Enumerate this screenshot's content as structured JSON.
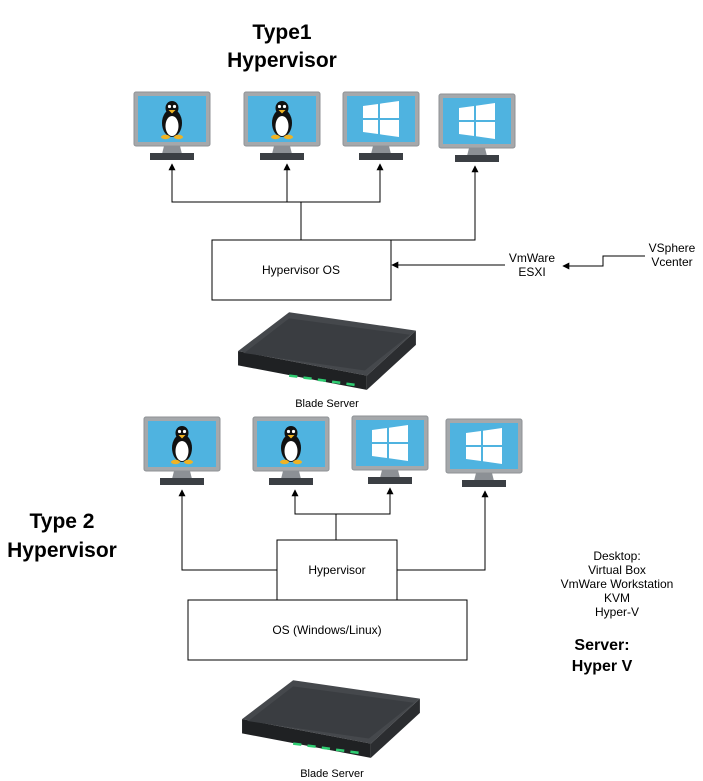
{
  "type1": {
    "title_line1": "Type1",
    "title_line2": "Hypervisor",
    "os_box_label": "Hypervisor OS",
    "server_label": "Blade Server",
    "vmware_line1": "VmWare",
    "vmware_line2": "ESXI",
    "vsphere_line1": "VSphere",
    "vsphere_line2": "Vcenter",
    "monitors": [
      {
        "icon": "linux-penguin-icon"
      },
      {
        "icon": "linux-penguin-icon"
      },
      {
        "icon": "windows-logo-icon"
      },
      {
        "icon": "windows-logo-icon"
      }
    ]
  },
  "type2": {
    "title_line1": "Type 2",
    "title_line2": "Hypervisor",
    "hypervisor_box_label": "Hypervisor",
    "os_box_label": "OS (Windows/Linux)",
    "server_label": "Blade Server",
    "monitors": [
      {
        "icon": "linux-penguin-icon"
      },
      {
        "icon": "linux-penguin-icon"
      },
      {
        "icon": "windows-logo-icon"
      },
      {
        "icon": "windows-logo-icon"
      }
    ]
  },
  "examples": {
    "desktop_lines": [
      "Desktop:",
      "Virtual Box",
      "VmWare Workstation",
      "KVM",
      "Hyper-V"
    ],
    "server_line1": "Server:",
    "server_line2": "Hyper V"
  },
  "colors": {
    "screen": "#4fb3e0",
    "monitor_frame": "#a5a8ab",
    "monitor_stand": "#3b3f44",
    "server_body": "#2e3033",
    "server_led": "#2ecc71"
  }
}
